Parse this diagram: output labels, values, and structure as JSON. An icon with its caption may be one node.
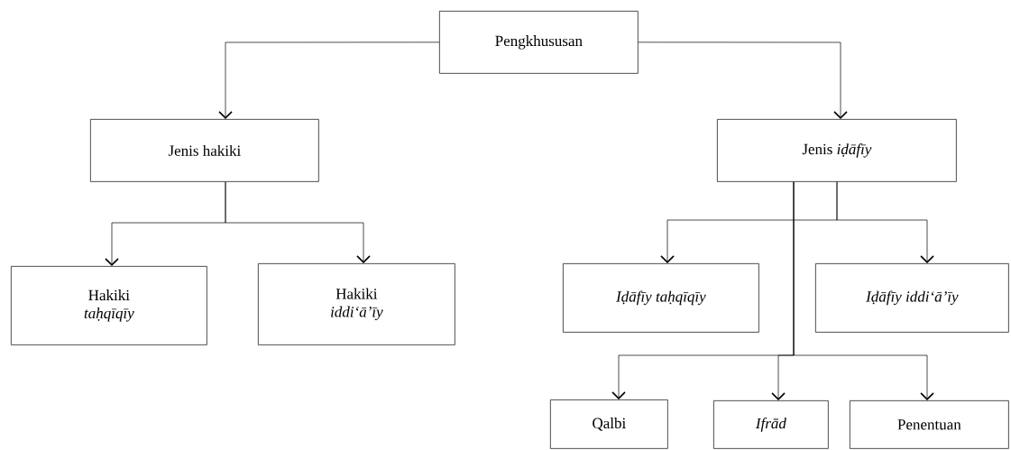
{
  "diagram": {
    "nodes": [
      {
        "text": [
          "Pengkhususan"
        ]
      },
      {
        "text": [
          "Jenis hakiki"
        ]
      },
      {
        "text": [
          "Jenis *iḍāfīy*"
        ]
      },
      {
        "text": [
          "Hakiki *taḥqīqīy*"
        ]
      },
      {
        "text": [
          "Hakiki *iddi‘ā’īy*"
        ]
      },
      {
        "text": [
          "Iḍāfīy taḥqīqīy"
        ]
      },
      {
        "text": [
          "Iḍāfīy iddi‘ā’īy"
        ]
      },
      {
        "text": [
          "Qalbi"
        ]
      },
      {
        "text": [
          "Ifrād"
        ]
      },
      {
        "text": [
          "Penentuan"
        ]
      }
    ],
    "edges": [
      {
        "from": 0,
        "to": 1,
        "arrow": "to"
      },
      {
        "from": 0,
        "to": 2,
        "arrow": "to"
      },
      {
        "from": 1,
        "to": 3,
        "arrow": "to"
      },
      {
        "from": 1,
        "to": 4,
        "arrow": "to"
      },
      {
        "from": 2,
        "to": 5,
        "arrow": "to"
      },
      {
        "from": 2,
        "to": 6,
        "arrow": "to"
      },
      {
        "from": 2,
        "to": 7,
        "arrow": "to"
      },
      {
        "from": 2,
        "to": 8,
        "arrow": "to"
      },
      {
        "from": 2,
        "to": 9,
        "arrow": "to"
      }
    ]
  }
}
